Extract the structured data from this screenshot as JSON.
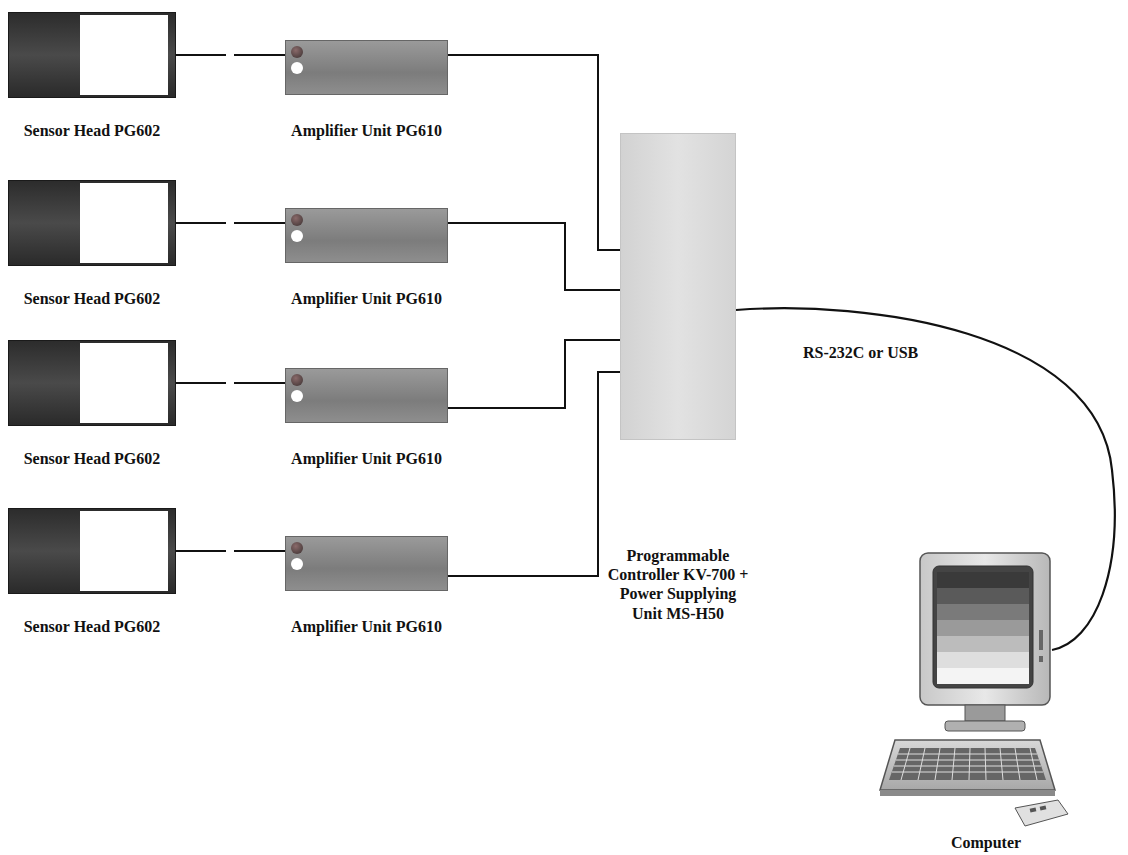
{
  "diagram": {
    "nodes": [
      {
        "text": [
          "Sensor Head PG602"
        ]
      },
      {
        "text": [
          "Amplifier Unit PG610"
        ]
      },
      {
        "text": [
          "Sensor Head PG602"
        ]
      },
      {
        "text": [
          "Amplifier Unit PG610"
        ]
      },
      {
        "text": [
          "Sensor Head PG602"
        ]
      },
      {
        "text": [
          "Amplifier Unit PG610"
        ]
      },
      {
        "text": [
          "Sensor Head PG602"
        ]
      },
      {
        "text": [
          "Amplifier Unit PG610"
        ]
      },
      {
        "text": [
          "Programmable Controller KV-700 + Power Supplying Unit MS-H50"
        ]
      },
      {
        "text": [
          "Computer"
        ]
      }
    ],
    "edges": [
      {
        "from": 0,
        "to": 1,
        "arrow": "none"
      },
      {
        "from": 2,
        "to": 3,
        "arrow": "none"
      },
      {
        "from": 4,
        "to": 5,
        "arrow": "none"
      },
      {
        "from": 6,
        "to": 7,
        "arrow": "none"
      },
      {
        "from": 1,
        "to": 8,
        "arrow": "none"
      },
      {
        "from": 3,
        "to": 8,
        "arrow": "none"
      },
      {
        "from": 5,
        "to": 8,
        "arrow": "none"
      },
      {
        "from": 7,
        "to": 8,
        "arrow": "none"
      },
      {
        "from": 8,
        "to": 9,
        "label": "RS-232C or USB",
        "arrow": "none"
      }
    ]
  }
}
